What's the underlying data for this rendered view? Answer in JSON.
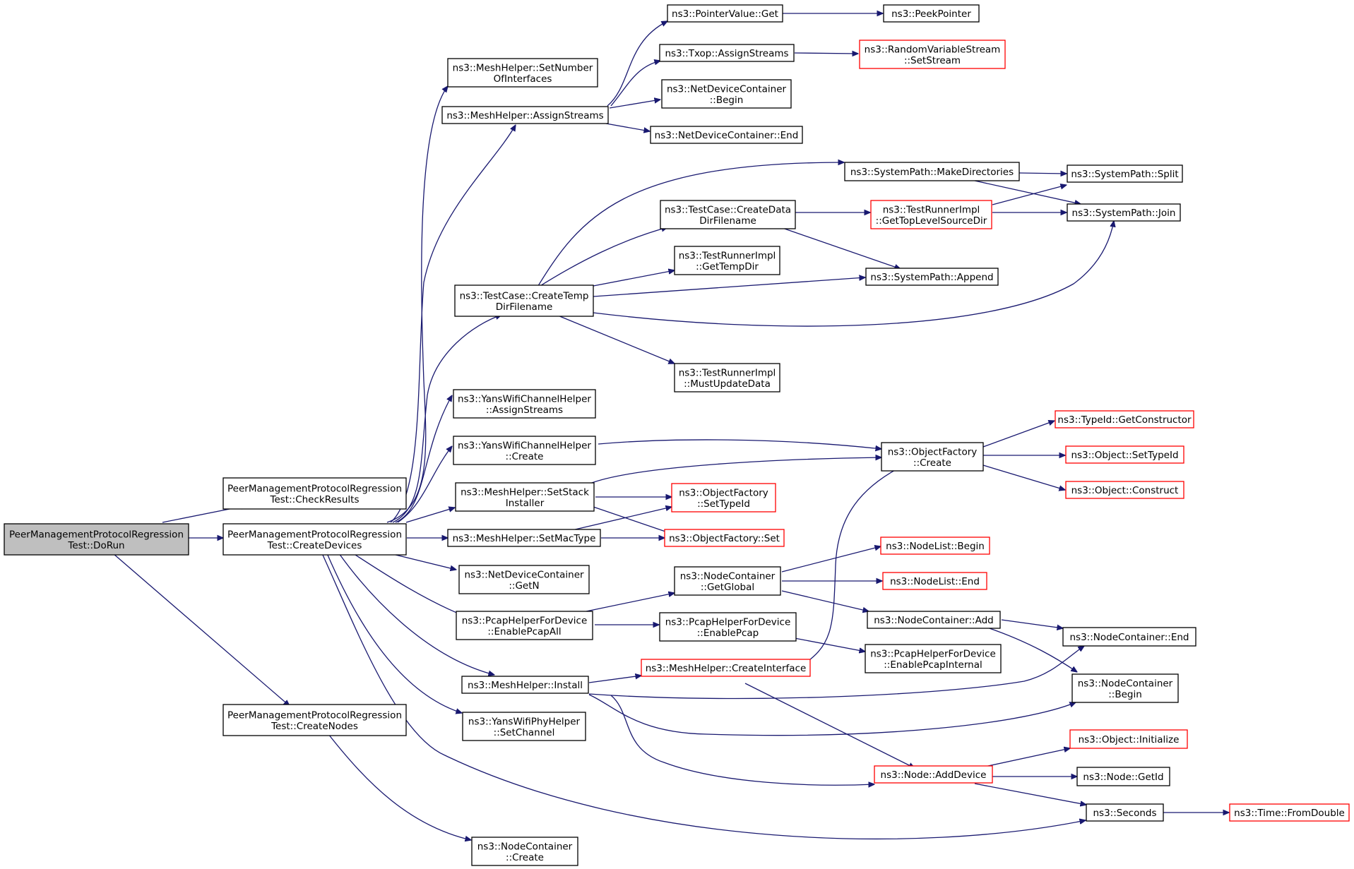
{
  "colors": {
    "edge": "#191970",
    "box_border": "#000000",
    "box_border_incomplete": "#ff0000",
    "root_fill": "#bfbfbf"
  },
  "nodes": [
    {
      "id": "dorun",
      "lines": [
        "PeerManagementProtocolRegression",
        "Test::DoRun"
      ],
      "style": "root"
    },
    {
      "id": "checkresults",
      "lines": [
        "PeerManagementProtocolRegression",
        "Test::CheckResults"
      ],
      "style": "normal"
    },
    {
      "id": "createdevices",
      "lines": [
        "PeerManagementProtocolRegression",
        "Test::CreateDevices"
      ],
      "style": "normal"
    },
    {
      "id": "createnodes",
      "lines": [
        "PeerManagementProtocolRegression",
        "Test::CreateNodes"
      ],
      "style": "normal"
    },
    {
      "id": "setnumberofinterfaces",
      "lines": [
        "ns3::MeshHelper::SetNumber",
        "OfInterfaces"
      ],
      "style": "normal"
    },
    {
      "id": "meshassignstreams",
      "lines": [
        "ns3::MeshHelper::AssignStreams"
      ],
      "style": "normal"
    },
    {
      "id": "createtempdir",
      "lines": [
        "ns3::TestCase::CreateTemp",
        "DirFilename"
      ],
      "style": "normal"
    },
    {
      "id": "yanschassign",
      "lines": [
        "ns3::YansWifiChannelHelper",
        "::AssignStreams"
      ],
      "style": "normal"
    },
    {
      "id": "yanschcreate",
      "lines": [
        "ns3::YansWifiChannelHelper",
        "::Create"
      ],
      "style": "normal"
    },
    {
      "id": "setstackinstaller",
      "lines": [
        "ns3::MeshHelper::SetStack",
        "Installer"
      ],
      "style": "normal"
    },
    {
      "id": "setmactype",
      "lines": [
        "ns3::MeshHelper::SetMacType"
      ],
      "style": "normal"
    },
    {
      "id": "ndcgetn",
      "lines": [
        "ns3::NetDeviceContainer",
        "::GetN"
      ],
      "style": "normal"
    },
    {
      "id": "pcapall",
      "lines": [
        "ns3::PcapHelperForDevice",
        "::EnablePcapAll"
      ],
      "style": "normal"
    },
    {
      "id": "meshinstall",
      "lines": [
        "ns3::MeshHelper::Install"
      ],
      "style": "normal"
    },
    {
      "id": "yansphysetchannel",
      "lines": [
        "ns3::YansWifiPhyHelper",
        "::SetChannel"
      ],
      "style": "normal"
    },
    {
      "id": "nodecontainercreate",
      "lines": [
        "ns3::NodeContainer",
        "::Create"
      ],
      "style": "normal"
    },
    {
      "id": "pointervalueget",
      "lines": [
        "ns3::PointerValue::Get"
      ],
      "style": "normal"
    },
    {
      "id": "txopassign",
      "lines": [
        "ns3::Txop::AssignStreams"
      ],
      "style": "normal"
    },
    {
      "id": "ndcbegin",
      "lines": [
        "ns3::NetDeviceContainer",
        "::Begin"
      ],
      "style": "normal"
    },
    {
      "id": "ndcend",
      "lines": [
        "ns3::NetDeviceContainer::End"
      ],
      "style": "normal"
    },
    {
      "id": "peekpointer",
      "lines": [
        "ns3::PeekPointer"
      ],
      "style": "normal"
    },
    {
      "id": "rvssetstream",
      "lines": [
        "ns3::RandomVariableStream",
        "::SetStream"
      ],
      "style": "red"
    },
    {
      "id": "makedirs",
      "lines": [
        "ns3::SystemPath::MakeDirectories"
      ],
      "style": "normal"
    },
    {
      "id": "createdatadir",
      "lines": [
        "ns3::TestCase::CreateData",
        "DirFilename"
      ],
      "style": "normal"
    },
    {
      "id": "gettempdir",
      "lines": [
        "ns3::TestRunnerImpl",
        "::GetTempDir"
      ],
      "style": "normal"
    },
    {
      "id": "mustupdatedata",
      "lines": [
        "ns3::TestRunnerImpl",
        "::MustUpdateData"
      ],
      "style": "normal"
    },
    {
      "id": "gettoplevel",
      "lines": [
        "ns3::TestRunnerImpl",
        "::GetTopLevelSourceDir"
      ],
      "style": "red"
    },
    {
      "id": "sysappend",
      "lines": [
        "ns3::SystemPath::Append"
      ],
      "style": "normal"
    },
    {
      "id": "syssplit",
      "lines": [
        "ns3::SystemPath::Split"
      ],
      "style": "normal"
    },
    {
      "id": "sysjoin",
      "lines": [
        "ns3::SystemPath::Join"
      ],
      "style": "normal"
    },
    {
      "id": "ofcreate",
      "lines": [
        "ns3::ObjectFactory",
        "::Create"
      ],
      "style": "normal"
    },
    {
      "id": "ofsettypeid",
      "lines": [
        "ns3::ObjectFactory",
        "::SetTypeId"
      ],
      "style": "red"
    },
    {
      "id": "ofset",
      "lines": [
        "ns3::ObjectFactory::Set"
      ],
      "style": "red"
    },
    {
      "id": "getconstructor",
      "lines": [
        "ns3::TypeId::GetConstructor"
      ],
      "style": "red"
    },
    {
      "id": "objsettypeid",
      "lines": [
        "ns3::Object::SetTypeId"
      ],
      "style": "red"
    },
    {
      "id": "objconstruct",
      "lines": [
        "ns3::Object::Construct"
      ],
      "style": "red"
    },
    {
      "id": "ncgetglobal",
      "lines": [
        "ns3::NodeContainer",
        "::GetGlobal"
      ],
      "style": "normal"
    },
    {
      "id": "pcapenable",
      "lines": [
        "ns3::PcapHelperForDevice",
        "::EnablePcap"
      ],
      "style": "normal"
    },
    {
      "id": "createiface",
      "lines": [
        "ns3::MeshHelper::CreateInterface"
      ],
      "style": "red"
    },
    {
      "id": "nodelistbegin",
      "lines": [
        "ns3::NodeList::Begin"
      ],
      "style": "red"
    },
    {
      "id": "nodelistend",
      "lines": [
        "ns3::NodeList::End"
      ],
      "style": "red"
    },
    {
      "id": "ncadd",
      "lines": [
        "ns3::NodeContainer::Add"
      ],
      "style": "normal"
    },
    {
      "id": "pcapinternal",
      "lines": [
        "ns3::PcapHelperForDevice",
        "::EnablePcapInternal"
      ],
      "style": "normal"
    },
    {
      "id": "ncend",
      "lines": [
        "ns3::NodeContainer::End"
      ],
      "style": "normal"
    },
    {
      "id": "ncbegin",
      "lines": [
        "ns3::NodeContainer",
        "::Begin"
      ],
      "style": "normal"
    },
    {
      "id": "nodeadddevice",
      "lines": [
        "ns3::Node::AddDevice"
      ],
      "style": "red"
    },
    {
      "id": "objinit",
      "lines": [
        "ns3::Object::Initialize"
      ],
      "style": "red"
    },
    {
      "id": "nodegetid",
      "lines": [
        "ns3::Node::GetId"
      ],
      "style": "normal"
    },
    {
      "id": "seconds",
      "lines": [
        "ns3::Seconds"
      ],
      "style": "normal"
    },
    {
      "id": "fromdouble",
      "lines": [
        "ns3::Time::FromDouble"
      ],
      "style": "red"
    }
  ]
}
